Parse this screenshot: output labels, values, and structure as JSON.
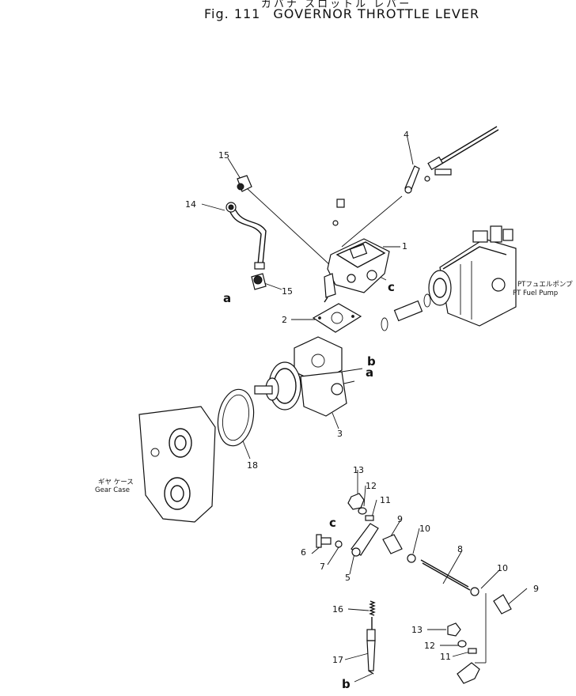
{
  "title": {
    "japanese": "ガバナ スロットル レバー",
    "figure": "Fig. 111",
    "name": "GOVERNOR THROTTLE LEVER"
  },
  "labels": {
    "fuel_pump_jp": "PTフュエルポンプ",
    "fuel_pump_en": "PT Fuel Pump",
    "gear_case_jp": "ギヤ ケース",
    "gear_case_en": "Gear Case"
  },
  "callouts": [
    {
      "id": "c1",
      "text": "1"
    },
    {
      "id": "c2",
      "text": "2"
    },
    {
      "id": "c3",
      "text": "3"
    },
    {
      "id": "c4",
      "text": "4"
    },
    {
      "id": "c5",
      "text": "5"
    },
    {
      "id": "c6",
      "text": "6"
    },
    {
      "id": "c7",
      "text": "7"
    },
    {
      "id": "c8",
      "text": "8"
    },
    {
      "id": "c9a",
      "text": "9"
    },
    {
      "id": "c9b",
      "text": "9"
    },
    {
      "id": "c10a",
      "text": "10"
    },
    {
      "id": "c10b",
      "text": "10"
    },
    {
      "id": "c11a",
      "text": "11"
    },
    {
      "id": "c11b",
      "text": "11"
    },
    {
      "id": "c12a",
      "text": "12"
    },
    {
      "id": "c12b",
      "text": "12"
    },
    {
      "id": "c13a",
      "text": "13"
    },
    {
      "id": "c13b",
      "text": "13"
    },
    {
      "id": "c14",
      "text": "14"
    },
    {
      "id": "c15a",
      "text": "15"
    },
    {
      "id": "c15b",
      "text": "15"
    },
    {
      "id": "c16",
      "text": "16"
    },
    {
      "id": "c17",
      "text": "17"
    },
    {
      "id": "c18",
      "text": "18"
    }
  ],
  "reference_letters": [
    {
      "id": "la1",
      "text": "a"
    },
    {
      "id": "la2",
      "text": "a"
    },
    {
      "id": "lb1",
      "text": "b"
    },
    {
      "id": "lb2",
      "text": "b"
    },
    {
      "id": "lc1",
      "text": "c"
    },
    {
      "id": "lc2",
      "text": "c"
    }
  ]
}
